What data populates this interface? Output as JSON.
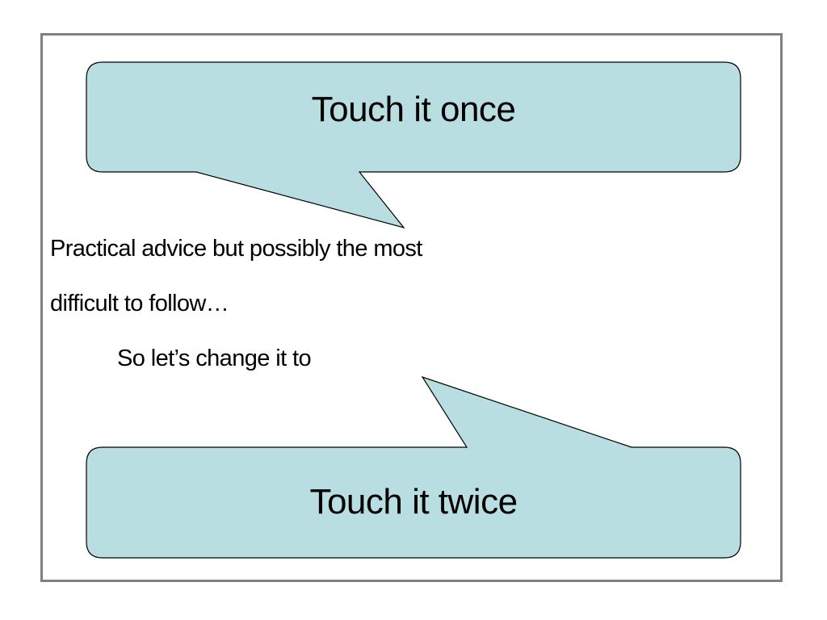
{
  "slide": {
    "callout_top": "Touch it once",
    "body_lines": [
      "Practical advice but possibly the most",
      "difficult to follow…",
      "So let’s change it to"
    ],
    "callout_bottom": "Touch it twice"
  },
  "colors": {
    "callout_fill": "#b9dee2",
    "callout_stroke": "#000000",
    "frame_border": "#808080"
  }
}
